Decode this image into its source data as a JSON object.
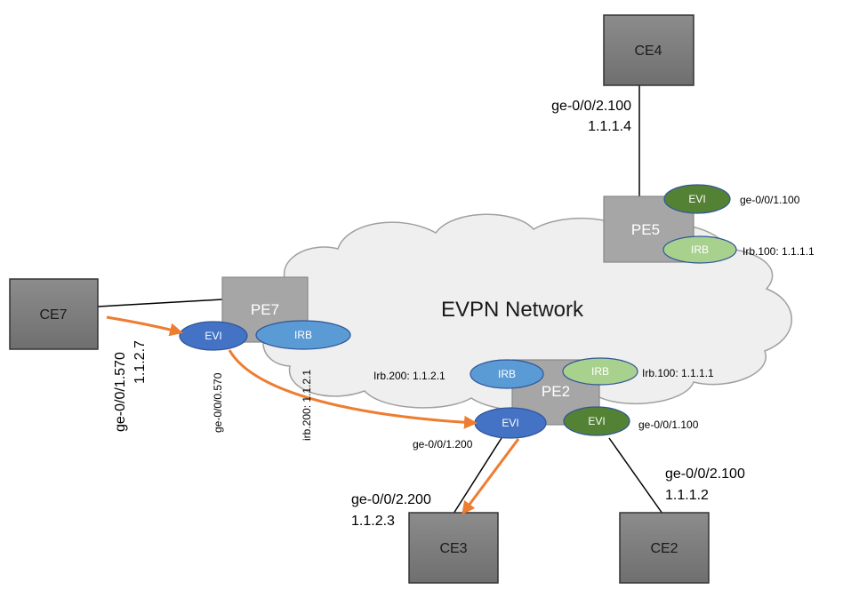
{
  "cloud": {
    "title": "EVPN Network"
  },
  "devices": {
    "ce4": "CE4",
    "ce7": "CE7",
    "ce3": "CE3",
    "ce2": "CE2",
    "pe5": "PE5",
    "pe7": "PE7",
    "pe2": "PE2"
  },
  "ovals": {
    "pe5_evi": "EVI",
    "pe5_irb": "IRB",
    "pe7_evi": "EVI",
    "pe7_irb": "IRB",
    "pe2_irb_left": "IRB",
    "pe2_irb_right": "IRB",
    "pe2_evi_left": "EVI",
    "pe2_evi_right": "EVI"
  },
  "labels": {
    "ce4_if": "ge-0/0/2.100",
    "ce4_ip": "1.1.1.4",
    "pe5_evi_if": "ge-0/0/1.100",
    "pe5_irb_if": "Irb.100: 1.1.1.1",
    "ce7_if": "ge-0/0/1.570",
    "ce7_ip": "1.1.2.7",
    "pe7_evi_if": "ge-0/0/0.570",
    "pe7_irb_if": "irb.200: 1.1.2.1",
    "pe2_irb_left_if": "Irb.200: 1.1.2.1",
    "pe2_irb_right_if": "Irb.100: 1.1.1.1",
    "pe2_evi_left_if": "ge-0/0/1.200",
    "pe2_evi_right_if": "ge-0/0/1.100",
    "ce3_if": "ge-0/0/2.200",
    "ce3_ip": "1.1.2.3",
    "ce2_if": "ge-0/0/2.100",
    "ce2_ip": "1.1.1.2"
  },
  "colors": {
    "box_fill": "#7f7f7f",
    "pe_fill": "#a6a6a6",
    "cloud_fill": "#efefef",
    "cloud_stroke": "#a0a0a0",
    "evi_blue": "#4472c4",
    "irb_blue": "#5b9bd5",
    "evi_green": "#548235",
    "irb_green": "#a9d18e",
    "arrow": "#ed7d31"
  }
}
